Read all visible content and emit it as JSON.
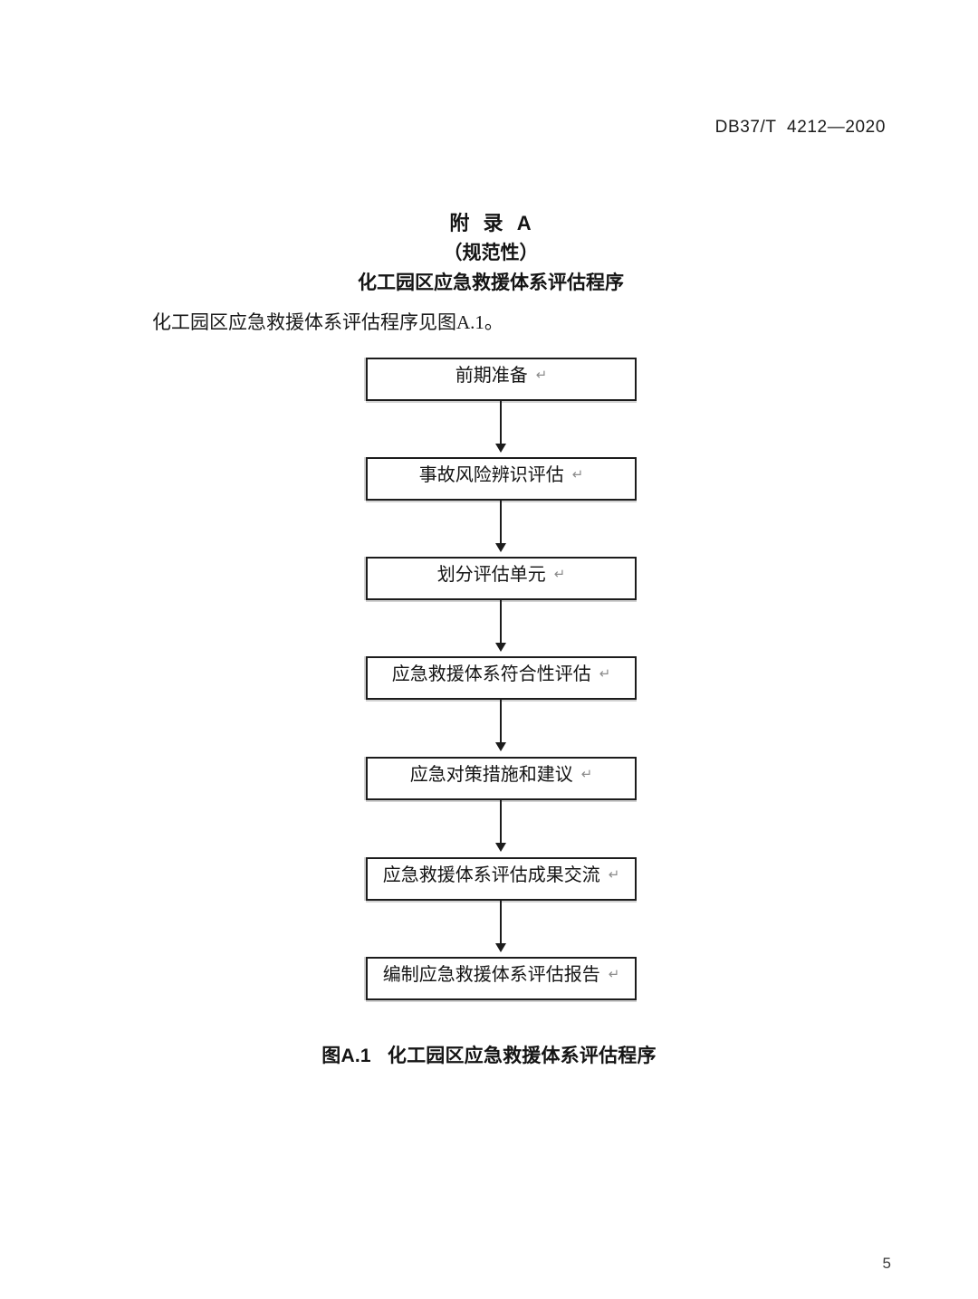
{
  "header": {
    "standard_number": "DB37/T  4212—2020"
  },
  "appendix": {
    "label": "附  录  A",
    "normative": "（规范性）",
    "subject": "化工园区应急救援体系评估程序"
  },
  "body": {
    "intro_paragraph": "化工园区应急救援体系评估程序见图A.1。"
  },
  "flowchart": {
    "return_mark": "↵",
    "nodes": [
      {
        "label": "前期准备"
      },
      {
        "label": "事故风险辨识评估"
      },
      {
        "label": "划分评估单元"
      },
      {
        "label": "应急救援体系符合性评估"
      },
      {
        "label": "应急对策措施和建议"
      },
      {
        "label": "应急救援体系评估成果交流"
      },
      {
        "label": "编制应急救援体系评估报告"
      }
    ]
  },
  "figure": {
    "caption": "图A.1   化工园区应急救援体系评估程序"
  },
  "footer": {
    "page_number": "5"
  },
  "colors": {
    "text": "#141414",
    "border": "#1c1c1c",
    "return_mark": "#8c8c8c",
    "page_background": "#ffffff"
  }
}
